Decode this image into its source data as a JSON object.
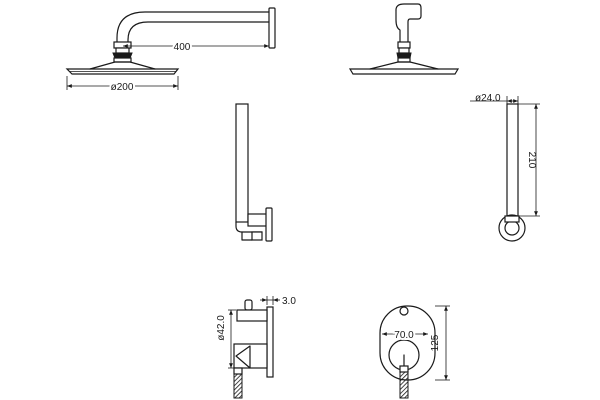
{
  "dimensions": {
    "arm_length": "400",
    "head_diameter": "ø200",
    "hand_diameter": "ø24.0",
    "hand_length": "210",
    "mixer_offset": "3.0",
    "mixer_plate_diameter": "ø42.0",
    "plate_width": "70.0",
    "plate_height": "125"
  },
  "colors": {
    "stroke": "#1a1a1a",
    "fill_light": "#d9d9d9",
    "background": "#ffffff"
  }
}
